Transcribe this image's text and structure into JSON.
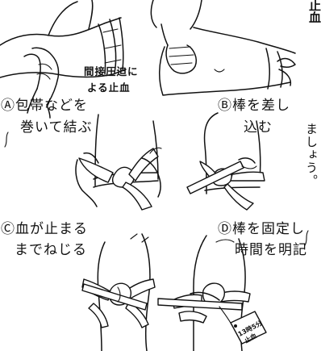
{
  "top_caption": {
    "line1": "間接圧迫に",
    "line2": "よる止血"
  },
  "corner_text": {
    "top": "止",
    "bottom": "血"
  },
  "side_note": "ましょう。",
  "steps": [
    {
      "marker": "Ⓐ",
      "line1": "包帯などを",
      "line2": "巻いて結ぶ"
    },
    {
      "marker": "Ⓑ",
      "line1": "棒を差し",
      "line2": "込む"
    },
    {
      "marker": "Ⓒ",
      "line1": "血が止まる",
      "line2": "までねじる"
    },
    {
      "marker": "Ⓓ",
      "line1": "棒を固定し",
      "line2": "時間を明記"
    }
  ],
  "tag": {
    "line1": "13時5分",
    "line2": "止血"
  },
  "colors": {
    "ink": "#111111",
    "paper": "#ffffff"
  }
}
